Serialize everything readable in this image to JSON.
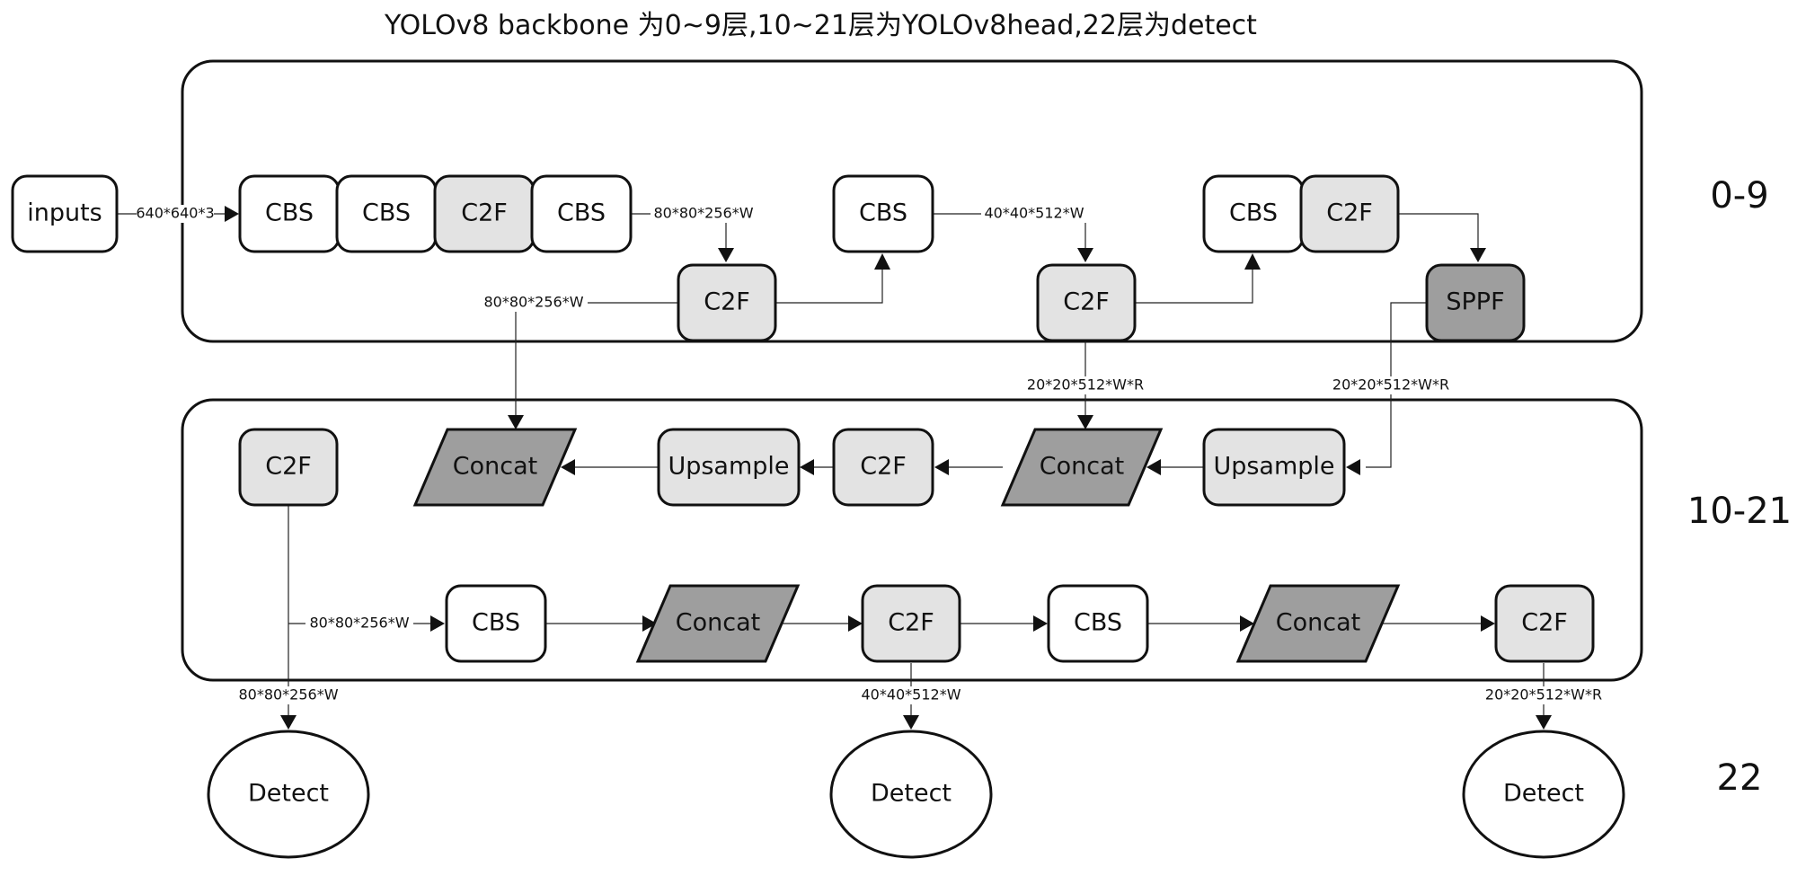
{
  "title": "YOLOv8 backbone 为0~9层,10~21层为YOLOv8head,22层为detect",
  "layer_labels": {
    "backbone": "0-9",
    "head": "10-21",
    "detect": "22"
  },
  "colors": {
    "white_fill": "#ffffff",
    "light_fill": "#e3e3e3",
    "dark_fill": "#9e9e9e",
    "stroke": "#111111"
  },
  "nodes": {
    "inputs": "inputs",
    "b_cbs1": "CBS",
    "b_cbs2": "CBS",
    "b_c2f1": "C2F",
    "b_cbs3": "CBS",
    "b_c2f2": "C2F",
    "b_cbs4": "CBS",
    "b_c2f3": "C2F",
    "b_cbs5": "CBS",
    "b_c2f4": "C2F",
    "b_sppf": "SPPF",
    "h_c2f_out1": "C2F",
    "h_concat1": "Concat",
    "h_upsample1": "Upsample",
    "h_c2f1": "C2F",
    "h_concat2": "Concat",
    "h_upsample2": "Upsample",
    "h_cbs1": "CBS",
    "h_concat3": "Concat",
    "h_c2f2": "C2F",
    "h_cbs2": "CBS",
    "h_concat4": "Concat",
    "h_c2f3": "C2F",
    "detect1": "Detect",
    "detect2": "Detect",
    "detect3": "Detect"
  },
  "edge_labels": {
    "input_size": "640*640*3",
    "b_p3_out": "80*80*256*W",
    "b_p3_feat": "80*80*256*W",
    "b_p4_out": "40*40*512*W",
    "b_p4_feat": "20*20*512*W*R",
    "b_p5_feat": "20*20*512*W*R",
    "h_down1": "80*80*256*W",
    "det1": "80*80*256*W",
    "det2": "40*40*512*W",
    "det3": "20*20*512*W*R"
  }
}
